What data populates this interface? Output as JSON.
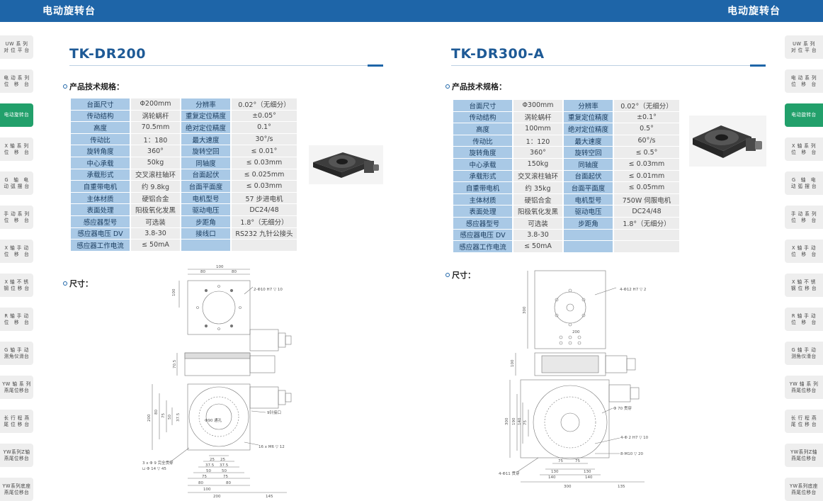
{
  "header": {
    "left_title": "电动旋转台",
    "right_title": "电动旋转台"
  },
  "sidebar_left": [
    {
      "label": "UW 系 列\n对 位 平 台",
      "active": false
    },
    {
      "label": "电 动 系 列\n位　移　台",
      "active": false
    },
    {
      "label": "电动旋转台",
      "active": true
    },
    {
      "label": "X 轴 系 列\n位　移　台",
      "active": false
    },
    {
      "label": "G　轴　电\n动 弧 摆 台",
      "active": false
    },
    {
      "label": "手 动 系 列\n位　移　台",
      "active": false
    },
    {
      "label": "X 轴 手 动\n位　移　台",
      "active": false
    },
    {
      "label": "X 轴 不 锈\n钢 位 移 台",
      "active": false
    },
    {
      "label": "R 轴 手 动\n位　移　台",
      "active": false
    },
    {
      "label": "G 轴 手 动\n测角仪滑台",
      "active": false
    },
    {
      "label": "YW 轴 系 列\n燕尾位移台",
      "active": false
    },
    {
      "label": "长 行 程 燕\n尾 位 移 台",
      "active": false
    },
    {
      "label": "YW系列Z轴\n燕尾位移台",
      "active": false
    },
    {
      "label": "YW系列底座\n燕尾位移台",
      "active": false
    }
  ],
  "sidebar_right": [
    {
      "label": "UW 系 列\n对 位 平 台",
      "active": false
    },
    {
      "label": "电 动 系 列\n位　移　台",
      "active": false
    },
    {
      "label": "电动旋转台",
      "active": true
    },
    {
      "label": "X 轴 系 列\n位　移　台",
      "active": false
    },
    {
      "label": "G　轴　电\n动 弧 摆 台",
      "active": false
    },
    {
      "label": "手 动 系 列\n位　移　台",
      "active": false
    },
    {
      "label": "X 轴 手 动\n位　移　台",
      "active": false
    },
    {
      "label": "X 轴 不 锈\n钢 位 移 台",
      "active": false
    },
    {
      "label": "R 轴 手 动\n位　移　台",
      "active": false
    },
    {
      "label": "G 轴 手 动\n测角仪滑台",
      "active": false
    },
    {
      "label": "YW 轴 系 列\n燕尾位移台",
      "active": false
    },
    {
      "label": "长 行 程 燕\n尾 位 移 台",
      "active": false
    },
    {
      "label": "YW系列Z轴\n燕尾位移台",
      "active": false
    },
    {
      "label": "YW系列底座\n燕尾位移台",
      "active": false
    }
  ],
  "left_product": {
    "model": "TK-DR200",
    "spec_heading": "产品技术规格：",
    "dim_heading": "尺寸：",
    "specs": [
      [
        "台面尺寸",
        "Φ200mm",
        "分辨率",
        "0.02°（无细分）"
      ],
      [
        "传动结构",
        "涡轮蜗杆",
        "重复定位精度",
        "±0.05°"
      ],
      [
        "高度",
        "70.5mm",
        "绝对定位精度",
        "0.1°"
      ],
      [
        "传动比",
        "1：180",
        "最大速度",
        "30°/s"
      ],
      [
        "旋转角度",
        "360°",
        "旋转空回",
        "≤ 0.01°"
      ],
      [
        "中心承载",
        "50kg",
        "同轴度",
        "≤ 0.03mm"
      ],
      [
        "承载形式",
        "交叉滚柱轴环",
        "台面起伏",
        "≤ 0.025mm"
      ],
      [
        "自重带电机",
        "约 9.8kg",
        "台面平面度",
        "≤ 0.03mm"
      ],
      [
        "主体材质",
        "硬铝合金",
        "电机型号",
        "57 步进电机"
      ],
      [
        "表面处理",
        "阳极氧化发黑",
        "驱动电压",
        "DC24/48"
      ],
      [
        "感应器型号",
        "可选装",
        "步距角",
        "1.8°（无细分）"
      ],
      [
        "感应器电压 DV",
        "3.8-30",
        "接线口",
        "RS232 九针公接头"
      ],
      [
        "感应器工作电流",
        "≤ 50mA",
        "",
        ""
      ]
    ],
    "drawing_labels": {
      "d100": "100",
      "d80a": "80",
      "d80b": "80",
      "d100v": "100",
      "hole_note": "2-Φ10 H7 ▽ 10",
      "height": "70.5",
      "d200": "200",
      "d80v": "80",
      "d75": "75",
      "d50": "50",
      "d375": "37.5",
      "d90": "Φ90 通孔",
      "pin": "9针接口",
      "m6": "16 x M6 ▽ 12",
      "note1": "3 x Φ 9 完全贯穿",
      "note2": "⊔ Φ 14 ▽ 45",
      "b25": "25",
      "b25b": "25",
      "b375": "37.5",
      "b375b": "37.5",
      "b50": "50",
      "b50b": "50",
      "b75": "75",
      "b75b": "75",
      "b80": "80",
      "b80b": "80",
      "b100": "100",
      "b200": "200",
      "b145": "145"
    }
  },
  "right_product": {
    "model": "TK-DR300-A",
    "spec_heading": "产品技术规格：",
    "dim_heading": "尺寸：",
    "specs": [
      [
        "台面尺寸",
        "Φ300mm",
        "分辨率",
        "0.02°（无细分）"
      ],
      [
        "传动结构",
        "涡轮蜗杆",
        "重复定位精度",
        "±0.1°"
      ],
      [
        "高度",
        "100mm",
        "绝对定位精度",
        "0.5°"
      ],
      [
        "传动比",
        "1：120",
        "最大速度",
        "60°/s"
      ],
      [
        "旋转角度",
        "360°",
        "旋转空回",
        "≤ 0.5°"
      ],
      [
        "中心承载",
        "150kg",
        "同轴度",
        "≤ 0.03mm"
      ],
      [
        "承载形式",
        "交叉滚柱轴环",
        "台面起伏",
        "≤ 0.01mm"
      ],
      [
        "自重带电机",
        "约 35kg",
        "台面平面度",
        "≤ 0.05mm"
      ],
      [
        "主体材质",
        "硬铝合金",
        "电机型号",
        "750W 伺服电机"
      ],
      [
        "表面处理",
        "阳极氧化发黑",
        "驱动电压",
        "DC24/48"
      ],
      [
        "感应器型号",
        "可选装",
        "步距角",
        "1.8°（无细分）"
      ],
      [
        "感应器电压 DV",
        "3.8-30",
        "",
        ""
      ],
      [
        "感应器工作电流",
        "≤ 50mA",
        "",
        ""
      ]
    ],
    "drawing_labels": {
      "hole_note": "4-Φ12 H7 ▽ 2",
      "d300v": "300",
      "d200": "200",
      "h100": "100",
      "d70": "Φ 70 贯穿",
      "h2": "4-Φ 2 H7 ▽ 10",
      "m10": "8-M10 ▽ 20",
      "holes": "4-Φ11 贯穿",
      "v300": "300",
      "v190": "190",
      "v140": "140",
      "v75": "75",
      "b75": "75",
      "b75b": "75",
      "b130": "130",
      "b130b": "130",
      "b140": "140",
      "b140b": "140",
      "b300": "300",
      "b135": "135"
    }
  }
}
